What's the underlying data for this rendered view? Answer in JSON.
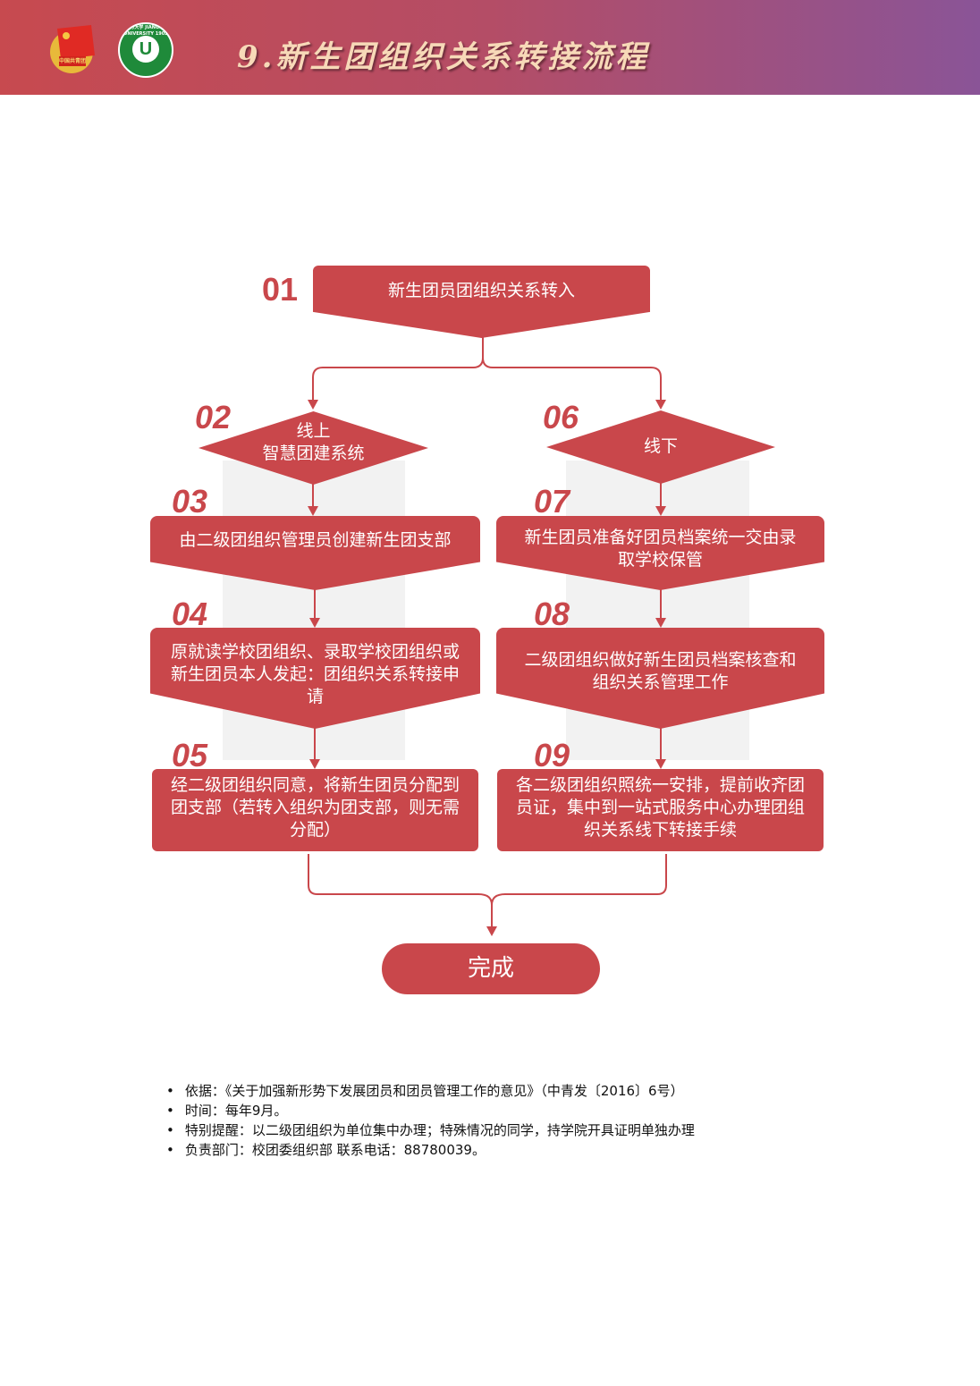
{
  "header": {
    "title": "9.新生团组织关系转接流程",
    "logo1_text": "中国共青团",
    "logo2_text": "江苏大学 JIANGSU UNIVERSITY 1902"
  },
  "steps": [
    {
      "num": "01",
      "text": "新生团员团组织关系转入"
    },
    {
      "num": "02",
      "text": "线上\n智慧团建系统"
    },
    {
      "num": "03",
      "text": "由二级团组织管理员创建新生团支部"
    },
    {
      "num": "04",
      "text": "原就读学校团组织、录取学校团组织或新生团员本人发起：团组织关系转接申请"
    },
    {
      "num": "05",
      "text": "经二级团组织同意，将新生团员分配到团支部（若转入组织为团支部，则无需分配）"
    },
    {
      "num": "06",
      "text": "线下"
    },
    {
      "num": "07",
      "text": "新生团员准备好团员档案统一交由录取学校保管"
    },
    {
      "num": "08",
      "text": "二级团组织做好新生团员档案核查和组织关系管理工作"
    },
    {
      "num": "09",
      "text": "各二级团组织照统一安排，提前收齐团员证，集中到一站式服务中心办理团组织关系线下转接手续"
    }
  ],
  "done": "完成",
  "notes": [
    "依据：《关于加强新形势下发展团员和团员管理工作的意见》（中青发〔2016〕6号）",
    "时间：每年9月。",
    "特别提醒：以二级团组织为单位集中办理；特殊情况的同学，持学院开具证明单独办理",
    "负责部门：校团委组织部 联系电话：88780039。"
  ],
  "colors": {
    "accent": "#c9474b"
  }
}
